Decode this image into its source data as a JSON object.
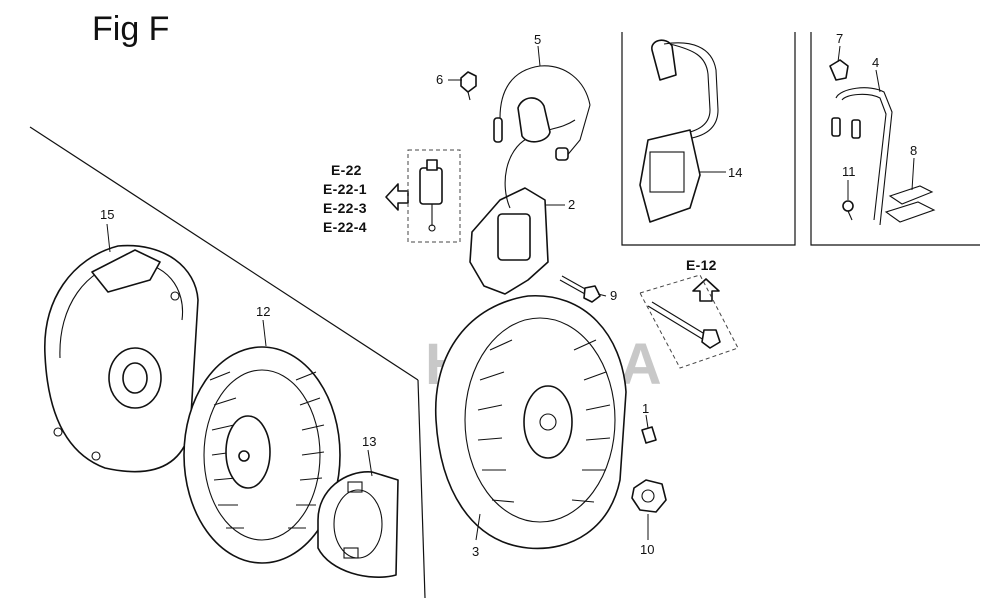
{
  "figure": {
    "title": "Fig F",
    "watermark": "HONDA"
  },
  "references": [
    {
      "id": "ref-e22",
      "text": "E-22"
    },
    {
      "id": "ref-e22-1",
      "text": "E-22-1"
    },
    {
      "id": "ref-e22-3",
      "text": "E-22-3"
    },
    {
      "id": "ref-e22-4",
      "text": "E-22-4"
    },
    {
      "id": "ref-e12",
      "text": "E-12"
    }
  ],
  "callouts": [
    "1",
    "2",
    "3",
    "4",
    "5",
    "6",
    "7",
    "8",
    "9",
    "10",
    "11",
    "12",
    "13",
    "14",
    "15"
  ]
}
